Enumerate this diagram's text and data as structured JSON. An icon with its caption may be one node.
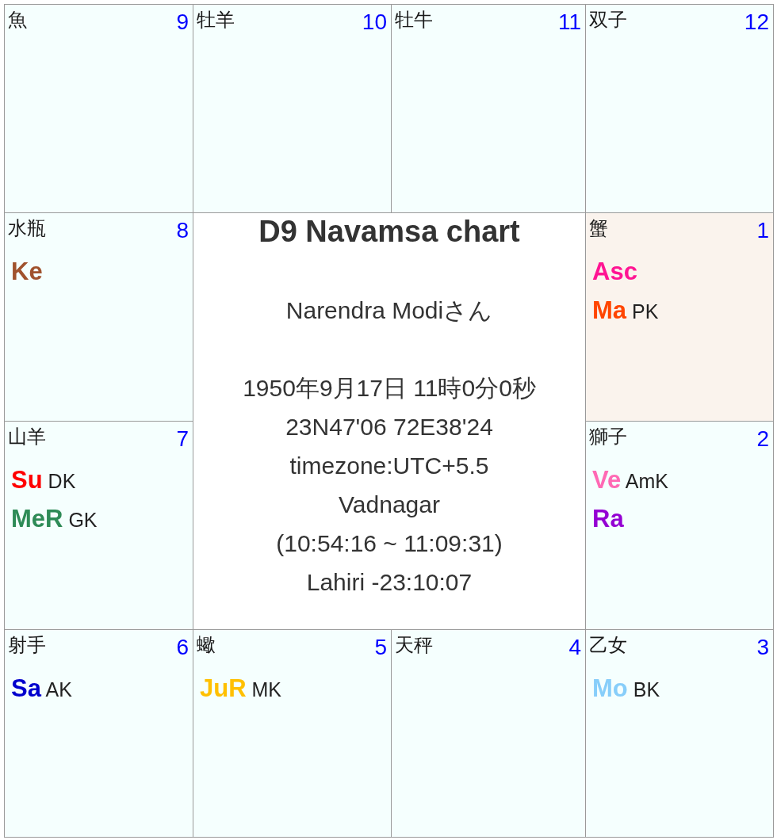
{
  "diagram": {
    "title": "D9 Navamsa chart",
    "nodes": [
      {
        "text": [
          "魚",
          "9"
        ]
      },
      {
        "text": [
          "牡羊",
          "10"
        ]
      },
      {
        "text": [
          "牡牛",
          "11"
        ]
      },
      {
        "text": [
          "双子",
          "12"
        ]
      },
      {
        "text": [
          "水瓶",
          "8",
          "Ke"
        ]
      },
      {
        "text": [
          "Narendra Modiさん",
          "1950年9月17日 11時0分0秒",
          "23N47'06 72E38'24",
          "timezone:UTC+5.5",
          "Vadnagar",
          "(10:54:16 ~ 11:09:31)",
          "Lahiri -23:10:07"
        ]
      },
      {
        "text": [
          "蟹",
          "1",
          "Asc",
          "**Ma** PK"
        ]
      },
      {
        "text": [
          "山羊",
          "7",
          "**Su** DK",
          "**MeR** GK"
        ]
      },
      {
        "text": [
          "獅子",
          "2",
          "**Ve** AmK",
          "Ra"
        ]
      },
      {
        "text": [
          "射手",
          "6",
          "**Sa** AK"
        ]
      },
      {
        "text": [
          "蠍",
          "5",
          "**JuR** MK"
        ]
      },
      {
        "text": [
          "天秤",
          "4"
        ]
      },
      {
        "text": [
          "乙女",
          "3",
          "**Mo** BK"
        ]
      }
    ]
  }
}
